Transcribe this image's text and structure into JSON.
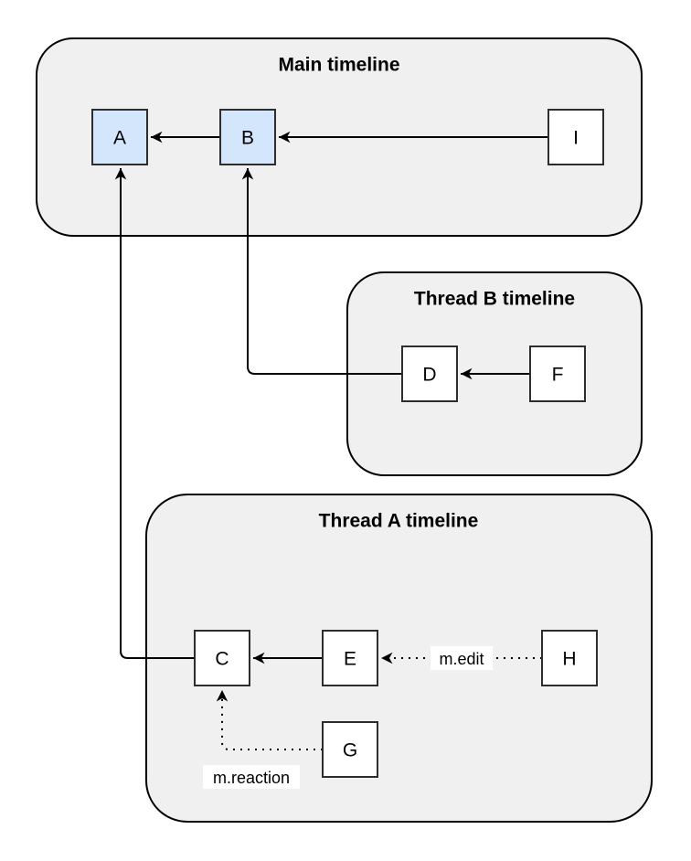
{
  "diagram": {
    "containers": {
      "main": {
        "title": "Main timeline"
      },
      "thread_b": {
        "title": "Thread B timeline"
      },
      "thread_a": {
        "title": "Thread A timeline"
      }
    },
    "nodes": {
      "a": {
        "label": "A"
      },
      "b": {
        "label": "B"
      },
      "i": {
        "label": "I"
      },
      "d": {
        "label": "D"
      },
      "f": {
        "label": "F"
      },
      "c": {
        "label": "C"
      },
      "e": {
        "label": "E"
      },
      "h": {
        "label": "H"
      },
      "g": {
        "label": "G"
      }
    },
    "edge_labels": {
      "h_to_e": "m.edit",
      "g_to_c": "m.reaction"
    },
    "colors": {
      "container_fill": "#f0f0f0",
      "node_highlight_fill": "#d4e6fb",
      "node_default_fill": "#ffffff",
      "stroke": "#000000"
    }
  }
}
